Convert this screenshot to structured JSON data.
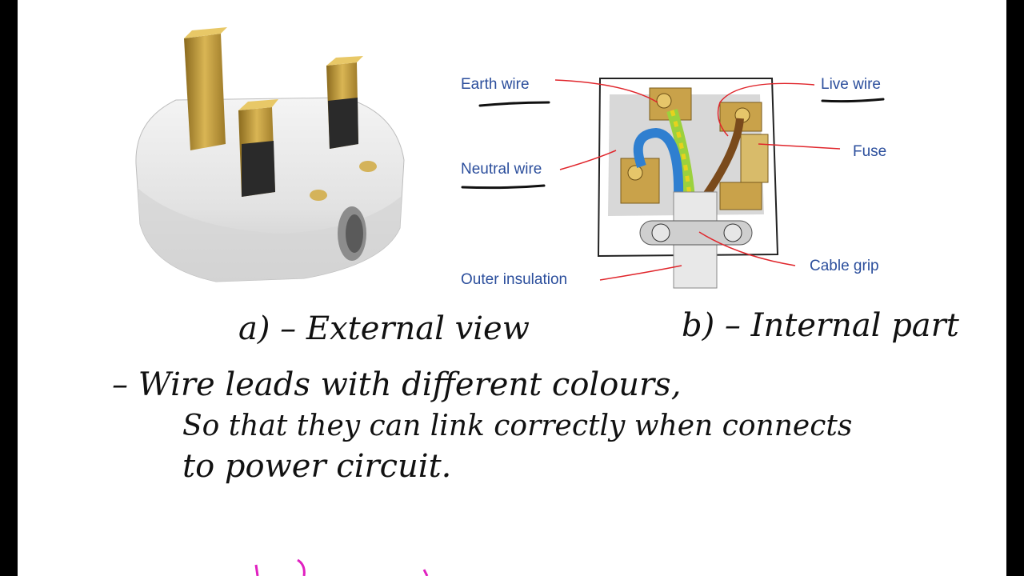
{
  "diagram": {
    "labels": {
      "earth": "Earth wire",
      "neutral": "Neutral wire",
      "outer": "Outer insulation",
      "live": "Live wire",
      "fuse": "Fuse",
      "grip": "Cable grip"
    }
  },
  "notes": {
    "caption_a": "a) – External view",
    "caption_b": "b) – Internal part",
    "line1": "– Wire leads with different colours,",
    "line2": "So that they can link correctly when connects",
    "line3": "to power circuit."
  },
  "colors": {
    "label_text": "#2b4e9c",
    "pointer": "#e0262c",
    "earth_wire": "#9bd13d",
    "neutral_wire": "#2f7fd0",
    "live_wire": "#7a4a1c",
    "brass": "#c9a24a",
    "ink": "#111111",
    "magenta_ink": "#e020c0"
  }
}
